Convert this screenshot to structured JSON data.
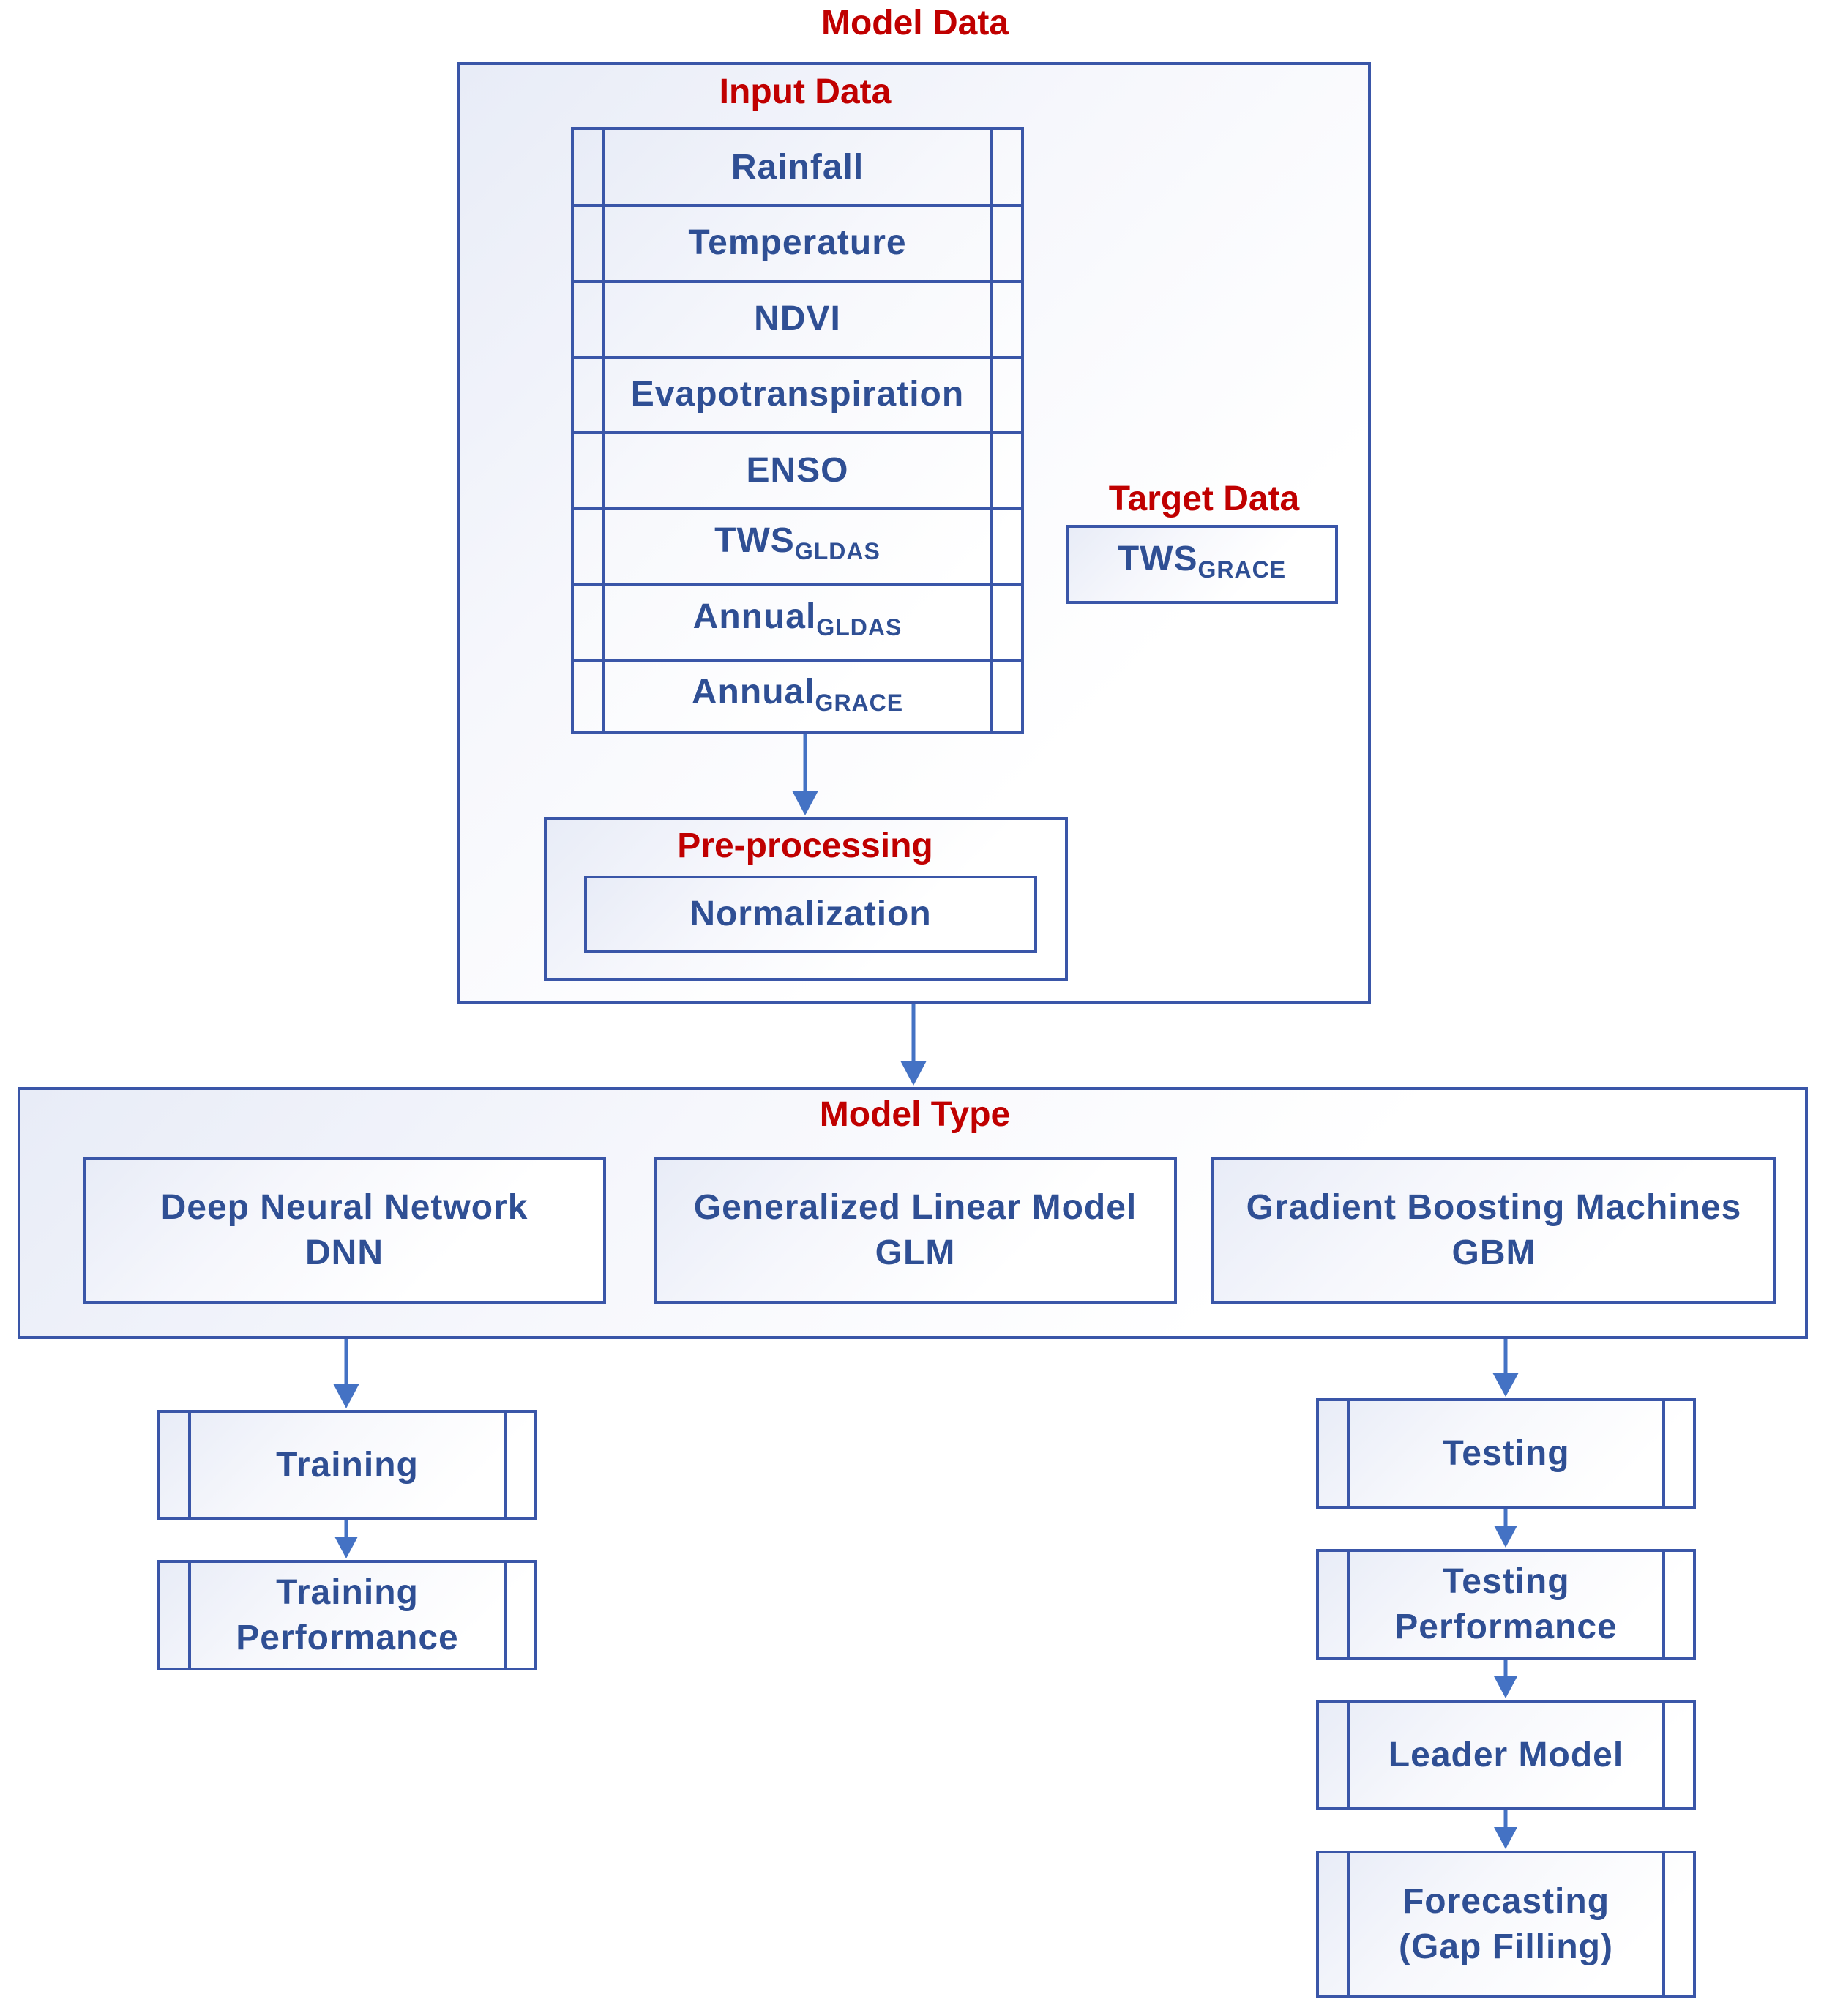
{
  "model_data": {
    "title": "Model Data",
    "input_data": {
      "title": "Input Data",
      "rows": [
        {
          "main": "Rainfall",
          "sub": ""
        },
        {
          "main": "Temperature",
          "sub": ""
        },
        {
          "main": "NDVI",
          "sub": ""
        },
        {
          "main": "Evapotranspiration",
          "sub": ""
        },
        {
          "main": "ENSO",
          "sub": ""
        },
        {
          "main": "TWS",
          "sub": "GLDAS"
        },
        {
          "main": "Annual",
          "sub": "GLDAS"
        },
        {
          "main": "Annual",
          "sub": "GRACE"
        }
      ]
    },
    "target_data": {
      "title": "Target Data",
      "main": "TWS",
      "sub": "GRACE"
    },
    "preprocessing": {
      "title": "Pre-processing",
      "step": "Normalization"
    }
  },
  "model_type": {
    "title": "Model Type",
    "models": [
      {
        "name": "Deep Neural Network",
        "abbr": "DNN"
      },
      {
        "name": "Generalized Linear Model",
        "abbr": "GLM"
      },
      {
        "name": "Gradient Boosting Machines",
        "abbr": "GBM"
      }
    ]
  },
  "left_branch": {
    "training": "Training",
    "training_performance": [
      "Training",
      "Performance"
    ]
  },
  "right_branch": {
    "testing": "Testing",
    "testing_performance": [
      "Testing",
      "Performance"
    ],
    "leader_model": "Leader Model",
    "forecasting": [
      "Forecasting",
      "(Gap Filling)"
    ]
  }
}
